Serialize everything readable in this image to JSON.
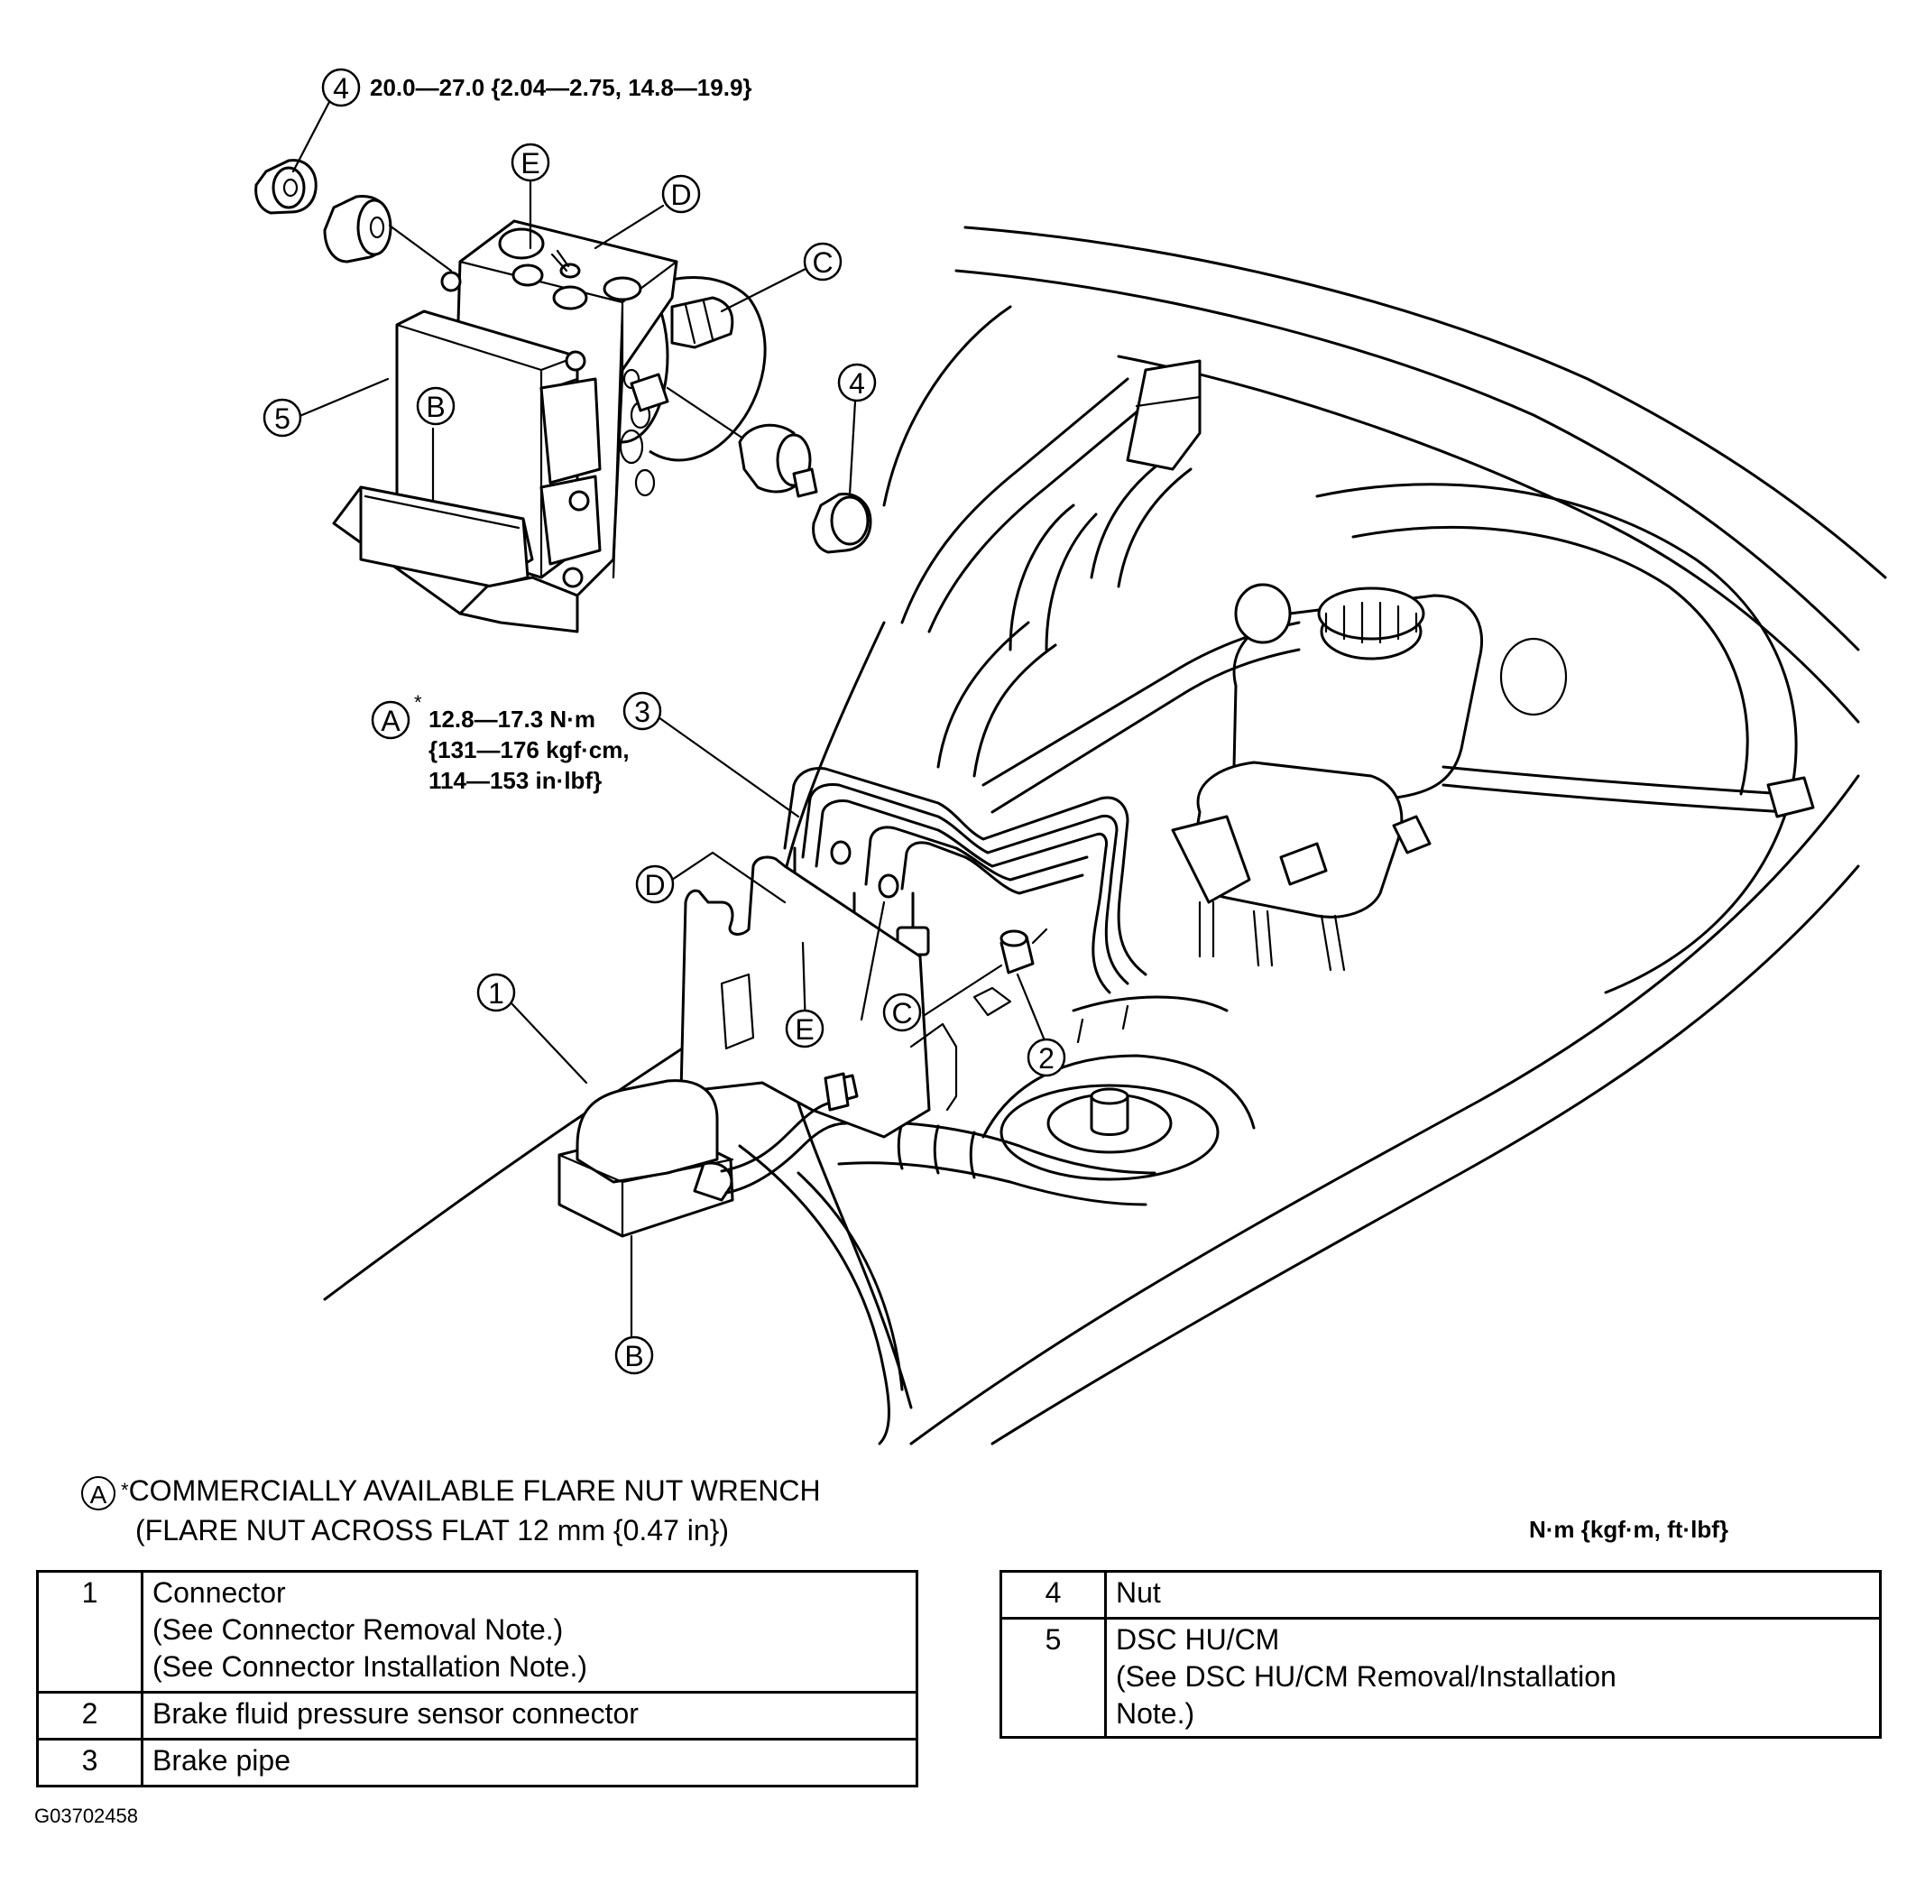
{
  "callouts": {
    "top_4": "4",
    "top_E": "E",
    "top_D": "D",
    "top_C": "C",
    "right_4": "4",
    "top_5": "5",
    "top_B": "B",
    "spec_A": "A",
    "spec_3": "3",
    "low_D": "D",
    "low_1": "1",
    "low_E": "E",
    "low_C": "C",
    "low_2": "2",
    "low_B": "B"
  },
  "specs": {
    "nut_torque": "20.0—27.0 {2.04—2.75, 14.8—19.9}",
    "pipe_torque_line1": "12.8—17.3 N·m",
    "pipe_torque_line2": "{131—176 kgf·cm,",
    "pipe_torque_line3": "114—153 in·lbf}",
    "asterisk": "*"
  },
  "note": {
    "badge": "A",
    "star": "*",
    "line1": "COMMERCIALLY AVAILABLE FLARE NUT WRENCH",
    "line2": "(FLARE NUT ACROSS FLAT 12 mm {0.47 in})"
  },
  "units": "N·m {kgf·m, ft·lbf}",
  "parts_left": [
    {
      "num": "1",
      "desc": "Connector\n(See Connector Removal Note.)\n(See Connector Installation Note.)"
    },
    {
      "num": "2",
      "desc": "Brake fluid pressure sensor connector"
    },
    {
      "num": "3",
      "desc": "Brake pipe"
    }
  ],
  "parts_right": [
    {
      "num": "4",
      "desc": "Nut"
    },
    {
      "num": "5",
      "desc": "DSC HU/CM\n(See DSC HU/CM Removal/Installation\nNote.)"
    }
  ],
  "figure_id": "G03702458"
}
